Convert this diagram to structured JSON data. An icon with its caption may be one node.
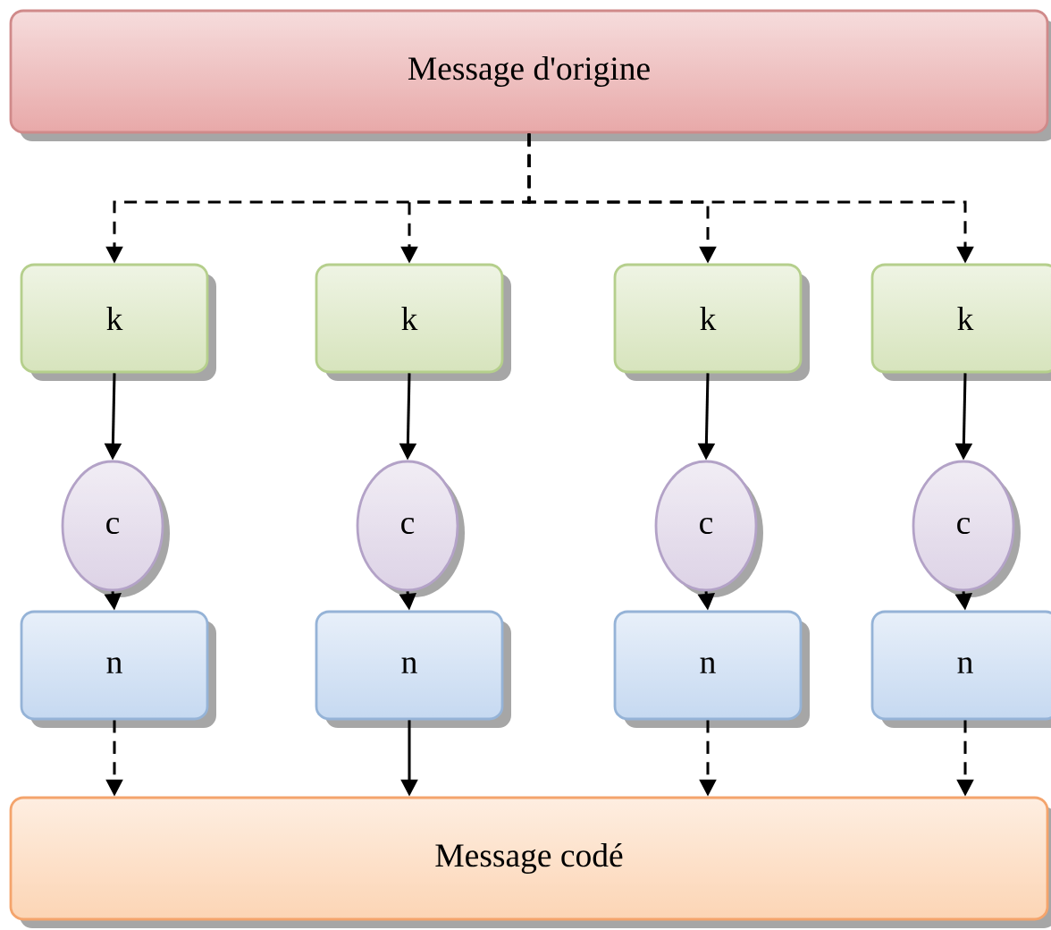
{
  "diagram": {
    "nodes": [
      {
        "text": [
          "Message d'origine"
        ]
      },
      {
        "text": [
          "k"
        ]
      },
      {
        "text": [
          "k"
        ]
      },
      {
        "text": [
          "k"
        ]
      },
      {
        "text": [
          "k"
        ]
      },
      {
        "text": [
          "c"
        ]
      },
      {
        "text": [
          "c"
        ]
      },
      {
        "text": [
          "c"
        ]
      },
      {
        "text": [
          "c"
        ]
      },
      {
        "text": [
          "n"
        ]
      },
      {
        "text": [
          "n"
        ]
      },
      {
        "text": [
          "n"
        ]
      },
      {
        "text": [
          "n"
        ]
      },
      {
        "text": [
          "Message codé"
        ]
      }
    ],
    "edges": [
      {
        "from": 0,
        "to": 1,
        "arrow": "to",
        "style": "dashed"
      },
      {
        "from": 0,
        "to": 2,
        "arrow": "to",
        "style": "dashed"
      },
      {
        "from": 0,
        "to": 3,
        "arrow": "to",
        "style": "dashed"
      },
      {
        "from": 0,
        "to": 4,
        "arrow": "to",
        "style": "dashed"
      },
      {
        "from": 1,
        "to": 5,
        "arrow": "to"
      },
      {
        "from": 2,
        "to": 6,
        "arrow": "to"
      },
      {
        "from": 3,
        "to": 7,
        "arrow": "to"
      },
      {
        "from": 4,
        "to": 8,
        "arrow": "to"
      },
      {
        "from": 5,
        "to": 9,
        "arrow": "to"
      },
      {
        "from": 6,
        "to": 10,
        "arrow": "to"
      },
      {
        "from": 7,
        "to": 11,
        "arrow": "to"
      },
      {
        "from": 8,
        "to": 12,
        "arrow": "to"
      },
      {
        "from": 9,
        "to": 13,
        "arrow": "to",
        "style": "dashed"
      },
      {
        "from": 10,
        "to": 13,
        "arrow": "to"
      },
      {
        "from": 11,
        "to": 13,
        "arrow": "to",
        "style": "dashed"
      },
      {
        "from": 12,
        "to": 13,
        "arrow": "to",
        "style": "dashed"
      }
    ]
  }
}
